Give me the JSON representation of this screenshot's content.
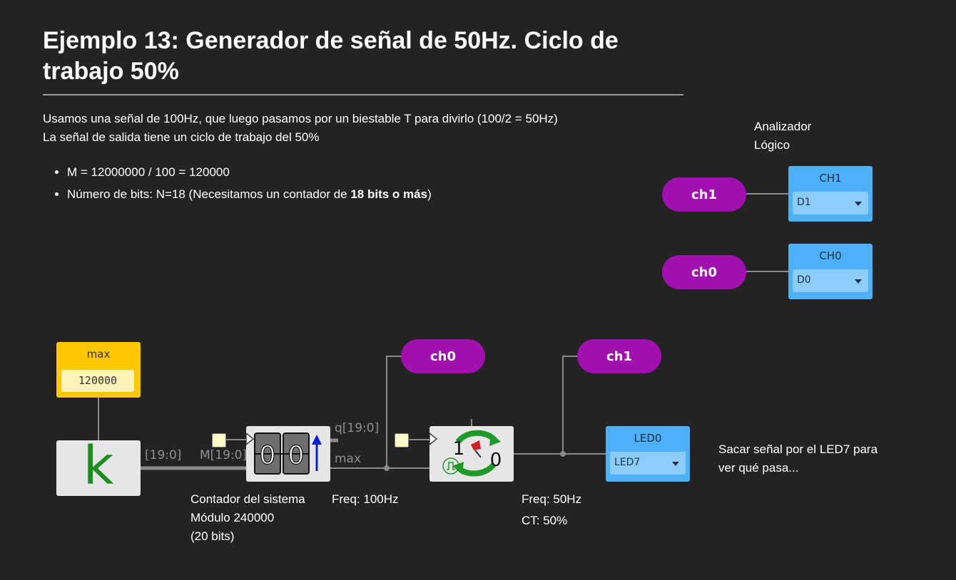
{
  "title": "Ejemplo 13: Generador de señal de 50Hz. Ciclo de trabajo 50%",
  "description": [
    "Usamos una señal de 100Hz, que luego pasamos por un biestable T para divirlo (100/2 = 50Hz)",
    "La señal de salida tiene un ciclo de trabajo del 50%"
  ],
  "bullets": {
    "b1": "M = 12000000 / 100 = 120000",
    "b2_prefix": "Número de bits: N=18 (Necesitamos un contador de ",
    "b2_bold": "18 bits o más",
    "b2_suffix": ")"
  },
  "analyzer": {
    "label_line1": "Analizador",
    "label_line2": "Lógico",
    "ch1_tag": "ch1",
    "ch0_tag": "ch0",
    "ch1_title": "CH1",
    "ch1_value": "D1",
    "ch0_title": "CH0",
    "ch0_value": "D0"
  },
  "circuit": {
    "max_title": "max",
    "max_value": "120000",
    "const_symbol": "k",
    "bus_label_k": "[19:0]",
    "counter_in_label": "M[19:0]",
    "counter_q_label": "q[19:0]",
    "counter_max_label": "max",
    "counter_digits": [
      "0",
      "0"
    ],
    "counter_note": [
      "Contador del sistema",
      "Módulo 240000",
      "(20 bits)"
    ],
    "freq_100": "Freq: 100Hz",
    "tflip_one": "1",
    "tflip_zero": "0",
    "ch0_tag": "ch0",
    "ch1_tag": "ch1",
    "freq_50": "Freq: 50Hz",
    "ct_50": "CT: 50%",
    "led_title": "LED0",
    "led_value": "LED7",
    "led_note": [
      "Sacar señal por el LED7 para",
      "ver qué pasa..."
    ]
  },
  "colors": {
    "background": "#232323",
    "pill": "#a110ae",
    "blue_block": "#4db1ff",
    "yellow_block": "#ffc800",
    "wire": "#8a8a8a"
  }
}
